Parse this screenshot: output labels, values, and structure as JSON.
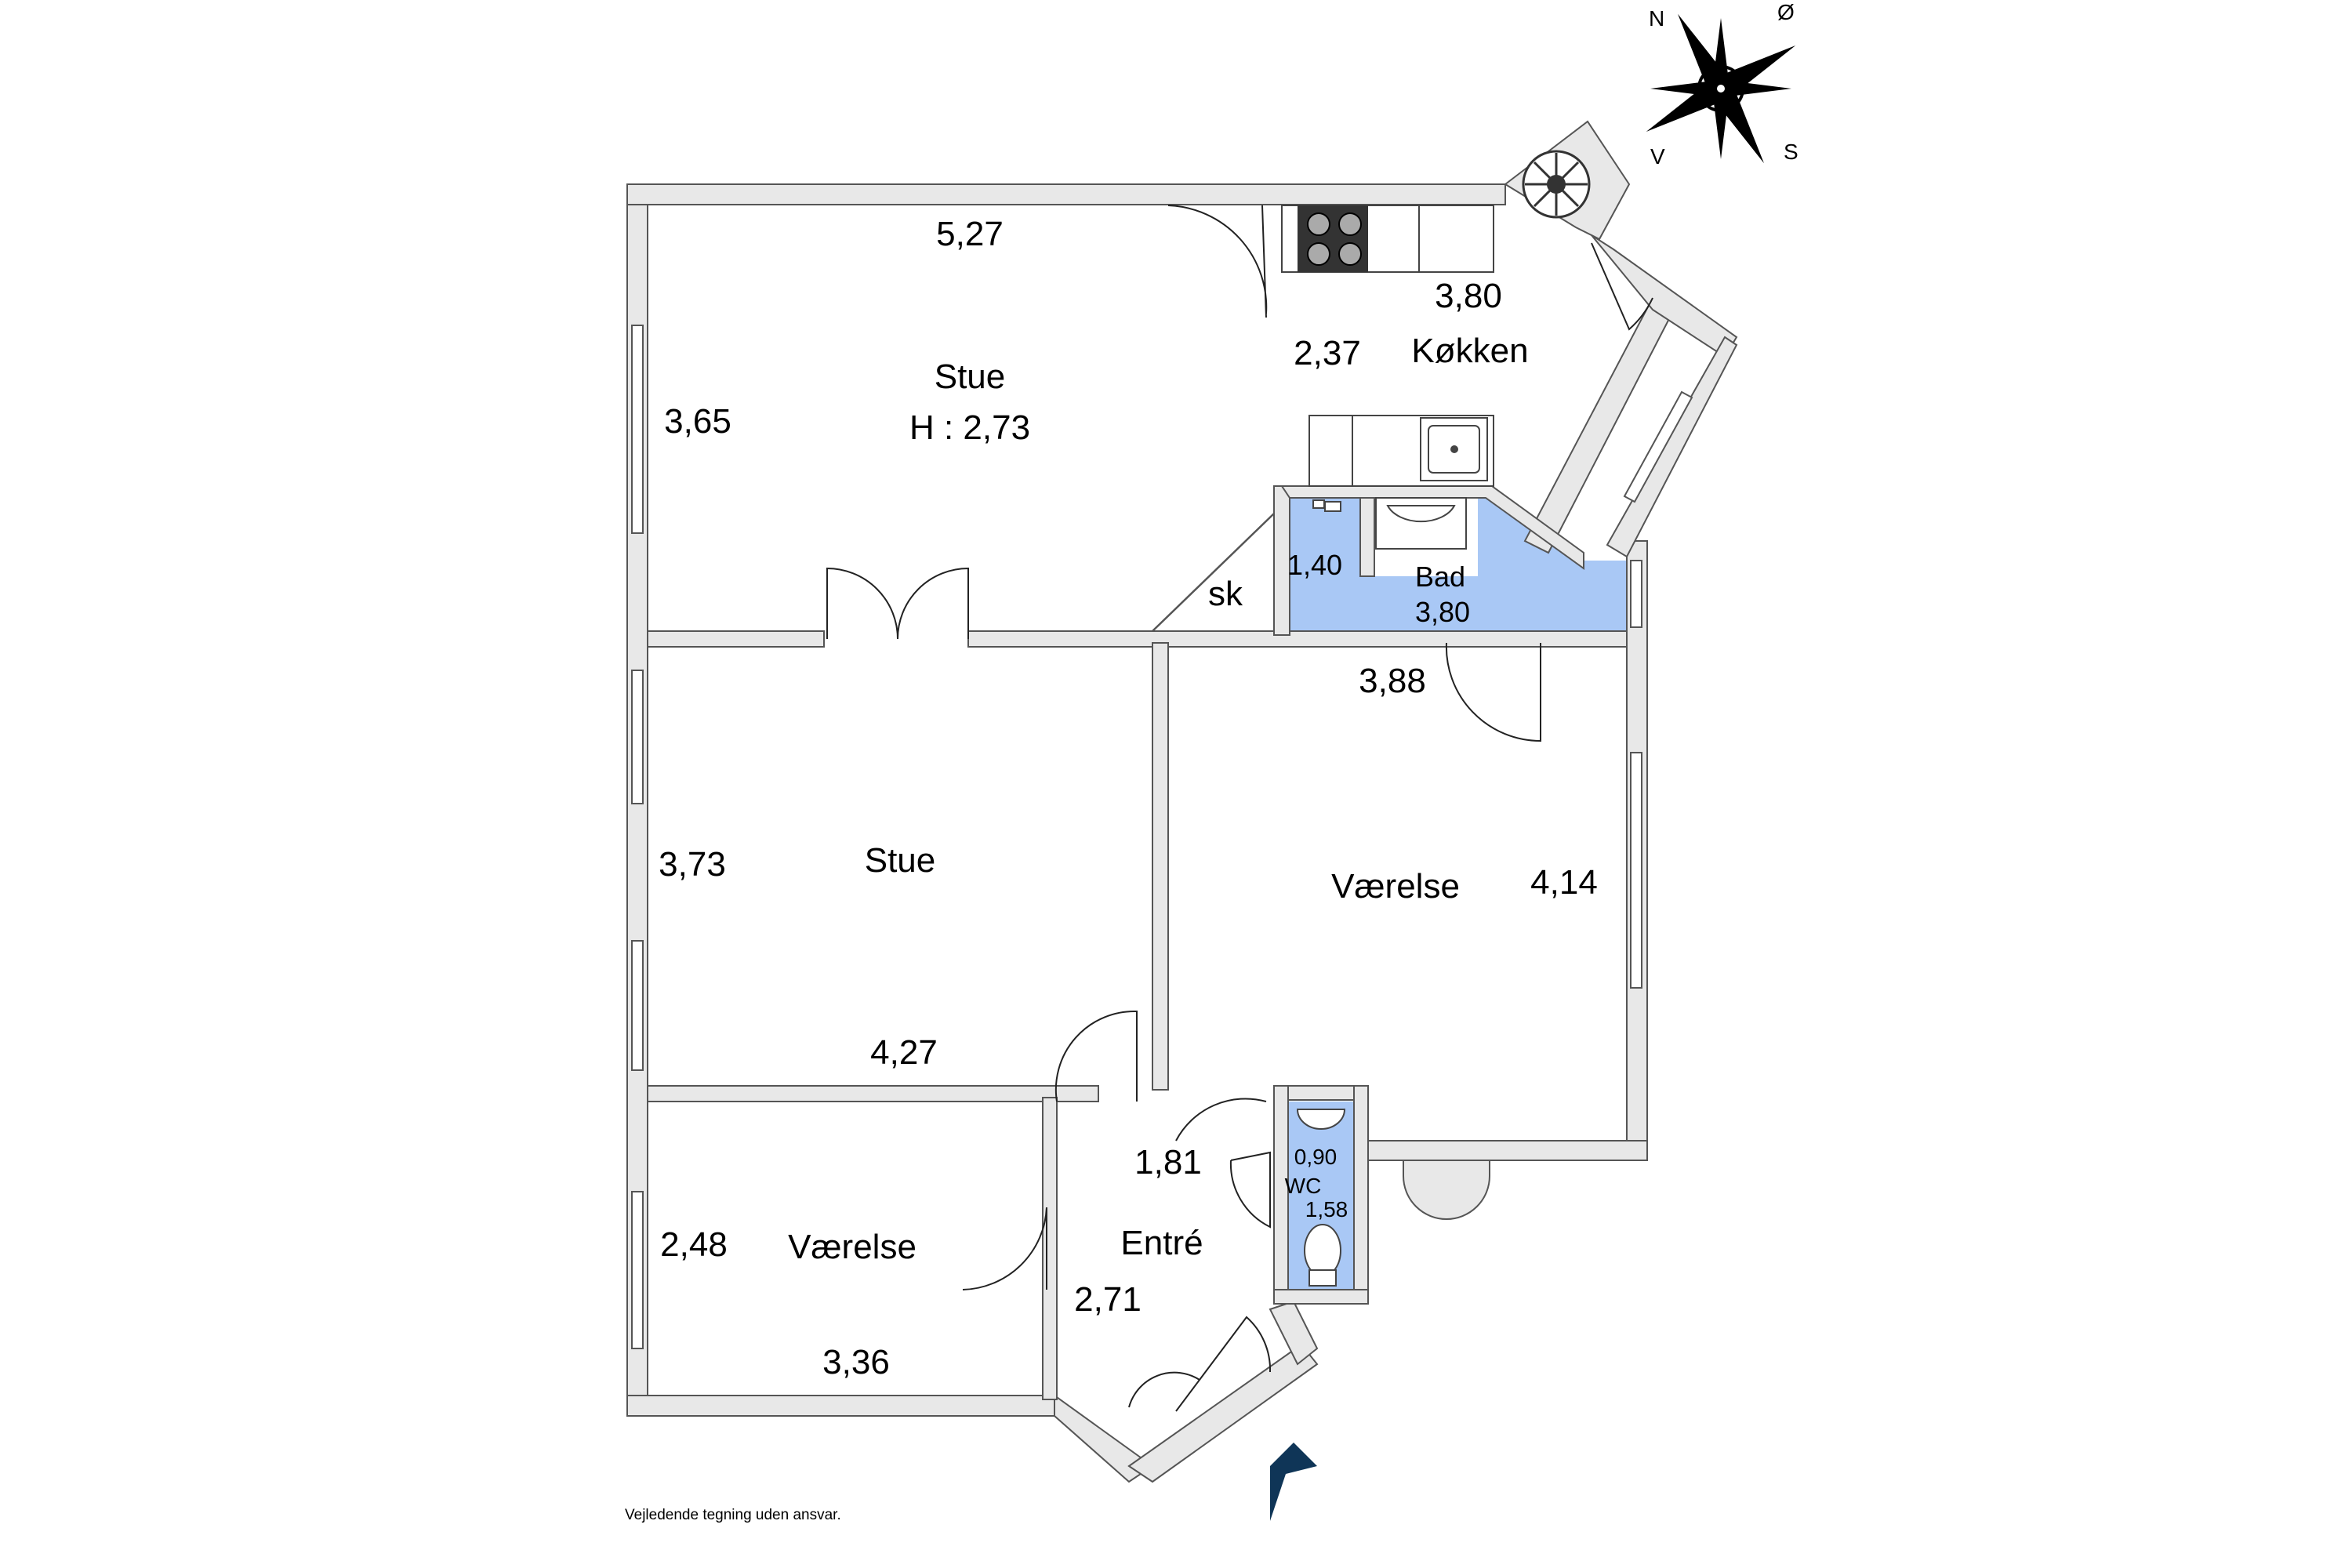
{
  "rooms": {
    "stue_top": {
      "name": "Stue",
      "height": "H : 2,73",
      "dim_width": "5,27",
      "dim_depth": "3,65"
    },
    "kokken": {
      "name": "Køkken",
      "dim_width": "3,80",
      "dim_depth": "2,37"
    },
    "skab": {
      "name": "sk"
    },
    "bad": {
      "name": "Bad",
      "area": "3,80",
      "dim_side": "1,40"
    },
    "vaerelse_right": {
      "name": "Værelse",
      "dim_width": "3,88",
      "dim_depth": "4,14"
    },
    "stue_mid": {
      "name": "Stue",
      "dim_width": "4,27",
      "dim_depth": "3,73"
    },
    "vaerelse_left": {
      "name": "Værelse",
      "dim_width": "3,36",
      "dim_depth": "2,48"
    },
    "entre": {
      "name": "Entré",
      "dim_width": "1,81",
      "dim_depth": "2,71"
    },
    "wc": {
      "name": "WC",
      "dim_width": "0,90",
      "dim_depth": "1,58"
    }
  },
  "compass": {
    "n": "N",
    "o": "Ø",
    "s": "S",
    "v": "V"
  },
  "disclaimer": "Vejledende tegning uden ansvar.",
  "colors": {
    "wet_room": "#a9c8f5",
    "wall_fill": "#e8e8e8",
    "wall_line": "#555555",
    "entrance_arrow": "#0f3557"
  },
  "icons": [
    "compass-icon",
    "stove-icon",
    "sink-icon",
    "washbasin-icon",
    "toilet-icon",
    "entrance-arrow-icon"
  ]
}
